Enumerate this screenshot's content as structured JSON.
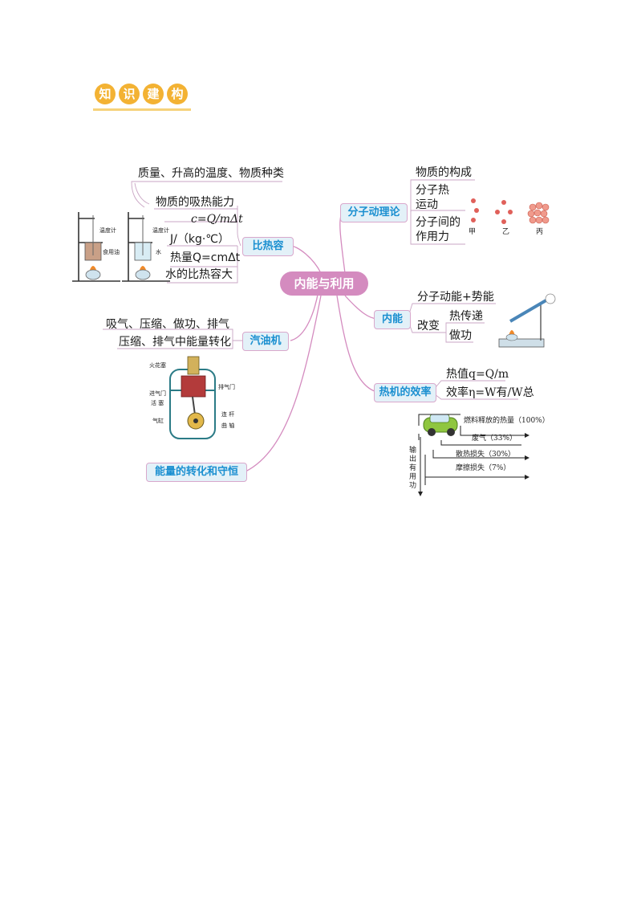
{
  "header": {
    "title_chars": [
      "知",
      "识",
      "建",
      "构"
    ]
  },
  "center": "内能与利用",
  "branches": {
    "specific_heat": {
      "tag": "比热容",
      "items": {
        "factors": "质量、升高的温度、物质种类",
        "ability": "物质的吸热能力",
        "formula": "c=Q/mΔt",
        "unit": "J/（kg·℃）",
        "heat": "热量Q=cmΔt",
        "water": "水的比热容大"
      }
    },
    "engine": {
      "tag": "汽油机",
      "items": {
        "strokes": "吸气、压缩、做功、排气",
        "conversion": "压缩、排气中能量转化"
      }
    },
    "energy": {
      "tag": "能量的转化和守恒"
    },
    "molecular": {
      "tag": "分子动理论",
      "items": {
        "composition": "物质的构成",
        "motion": "分子热运动",
        "force": "分子间的作用力"
      },
      "states": [
        "甲",
        "乙",
        "丙"
      ]
    },
    "internal": {
      "tag": "内能",
      "items": {
        "def": "分子动能+势能",
        "change": "改变",
        "transfer": "热传递",
        "work": "做功"
      }
    },
    "efficiency": {
      "tag": "热机的效率",
      "items": {
        "value": "热值q=Q/m",
        "eff": "效率η=W有/W总"
      }
    }
  },
  "figure_labels": {
    "thermometer_left": "温度计",
    "oil": "食用油",
    "thermometer_right": "温度计",
    "water": "水",
    "spark": "火花塞",
    "intake": "进气门",
    "exhaust": "排气门",
    "piston": "活 塞",
    "cylinder": "气缸",
    "rod": "连 杆",
    "crank": "曲 轴"
  },
  "flow": {
    "total": "燃料释放的热量（100%）",
    "exhaust": "废气（33%）",
    "heat_loss": "散热损失（30%）",
    "friction": "摩擦损失（7%）",
    "useful": "输出有用功"
  },
  "colors": {
    "accent": "#1a8fd0",
    "branch": "#d48bbf",
    "title": "#f3b233"
  }
}
